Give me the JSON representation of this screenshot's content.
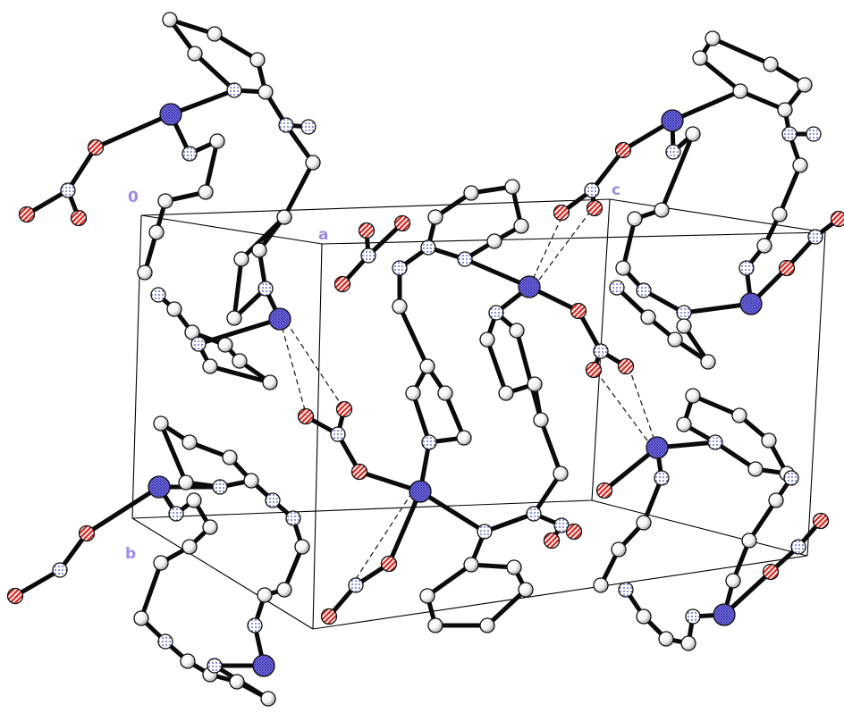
{
  "figure": {
    "axis_labels": {
      "origin": "0",
      "a": "a",
      "b": "b",
      "c": "c"
    },
    "colors": {
      "background": "#ffffff",
      "bond": "#0b0b0b",
      "cell_edge": "#000000",
      "hbond": "#111111",
      "axis_label": "#9a8ce6",
      "carbon_fill": "#ffffff",
      "carbon_shade": "#9e9e9e",
      "nitrogen_fill": "#ffffff",
      "nitrogen_dot": "#3646c8",
      "metal_fill": "#8a86e0",
      "metal_hatch": "#3c34b8",
      "oxygen_fill": "#ffffff",
      "oxygen_hatch": "#d8241c"
    },
    "atom_types": [
      "carbon",
      "nitrogen",
      "metal",
      "oxygen"
    ]
  }
}
